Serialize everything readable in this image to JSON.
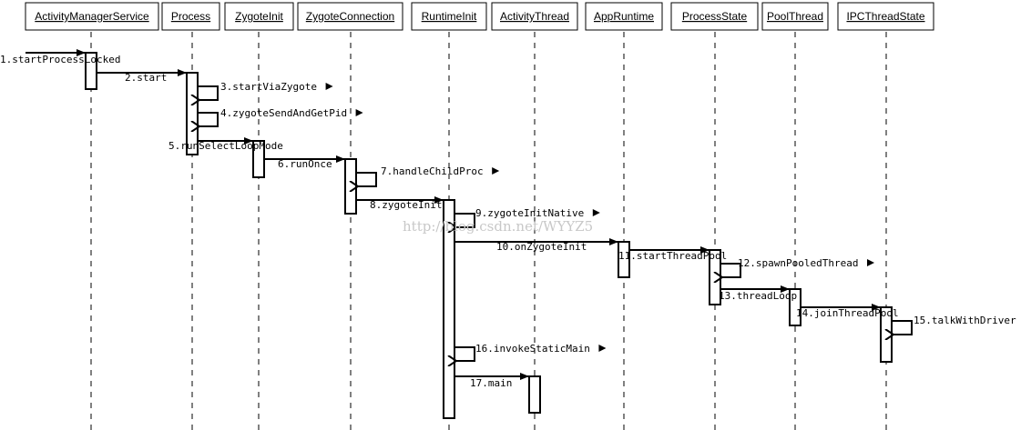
{
  "objects": [
    "ActivityManagerService",
    "Process",
    "ZygoteInit",
    "ZygoteConnection",
    "RuntimeInit",
    "ActivityThread",
    "AppRuntime",
    "ProcessState",
    "PoolThread",
    "IPCThreadState"
  ],
  "messages": [
    {
      "id": 1,
      "label": "1.startProcessLocked",
      "from": null,
      "to": 0,
      "self": false
    },
    {
      "id": 2,
      "label": "2.start",
      "from": 0,
      "to": 1,
      "self": false
    },
    {
      "id": 3,
      "label": "3.startViaZygote",
      "from": 1,
      "to": 1,
      "self": true
    },
    {
      "id": 4,
      "label": "4.zygoteSendAndGetPid",
      "from": 1,
      "to": 1,
      "self": true
    },
    {
      "id": 5,
      "label": "5.runSelectLoopMode",
      "from": 1,
      "to": 2,
      "self": false
    },
    {
      "id": 6,
      "label": "6.runOnce",
      "from": 2,
      "to": 3,
      "self": false
    },
    {
      "id": 7,
      "label": "7.handleChildProc",
      "from": 3,
      "to": 3,
      "self": true
    },
    {
      "id": 8,
      "label": "8.zygoteInit",
      "from": 3,
      "to": 4,
      "self": false
    },
    {
      "id": 9,
      "label": "9.zygoteInitNative",
      "from": 4,
      "to": 4,
      "self": true
    },
    {
      "id": 10,
      "label": "10.onZygoteInit",
      "from": 4,
      "to": 6,
      "self": false
    },
    {
      "id": 11,
      "label": "11.startThreadPool",
      "from": 6,
      "to": 7,
      "self": false
    },
    {
      "id": 12,
      "label": "12.spawnPooledThread",
      "from": 7,
      "to": 7,
      "self": true
    },
    {
      "id": 13,
      "label": "13.threadLoop",
      "from": 7,
      "to": 8,
      "self": false
    },
    {
      "id": 14,
      "label": "14.joinThreadPool",
      "from": 8,
      "to": 9,
      "self": false
    },
    {
      "id": 15,
      "label": "15.talkWithDriver",
      "from": 9,
      "to": 9,
      "self": true
    },
    {
      "id": 16,
      "label": "16.invokeStaticMain",
      "from": 4,
      "to": 4,
      "self": true
    },
    {
      "id": 17,
      "label": "17.main",
      "from": 4,
      "to": 5,
      "self": false
    }
  ],
  "watermark": "http://blog.csdn.net/WYYZ5"
}
